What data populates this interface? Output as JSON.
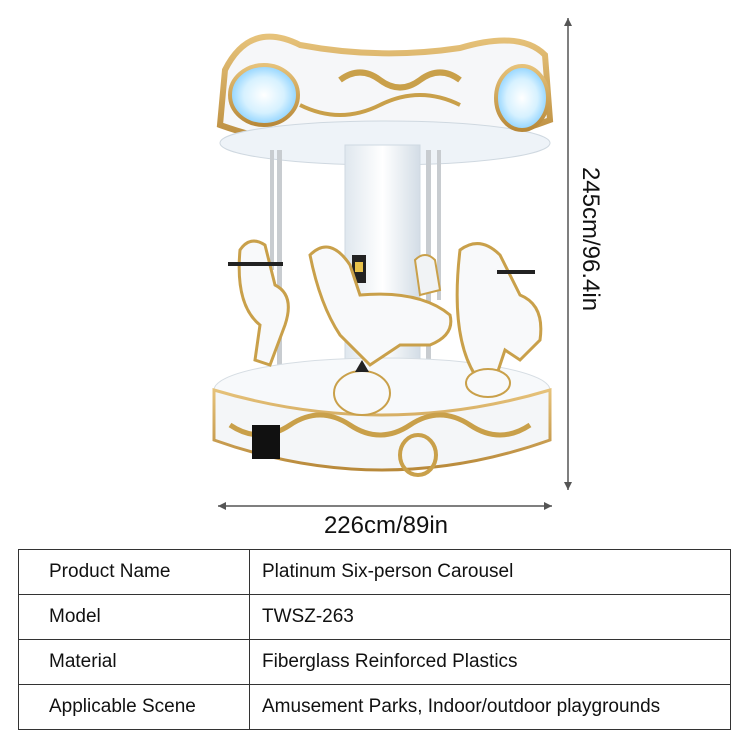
{
  "dimensions": {
    "width_label": "226cm/89in",
    "height_label": "245cm/96.4in"
  },
  "spec_table": [
    {
      "label": "Product Name",
      "value": "Platinum Six-person Carousel"
    },
    {
      "label": "Model",
      "value": "TWSZ-263"
    },
    {
      "label": "Material",
      "value": "Fiberglass Reinforced Plastics"
    },
    {
      "label": "Applicable Scene",
      "value": "Amusement Parks, Indoor/outdoor playgrounds"
    }
  ],
  "colors": {
    "gold_trim": "#c9a04a",
    "body_white": "#f4f6f8",
    "led_blue": "#bfe8ff",
    "dimension_line": "#555555"
  }
}
